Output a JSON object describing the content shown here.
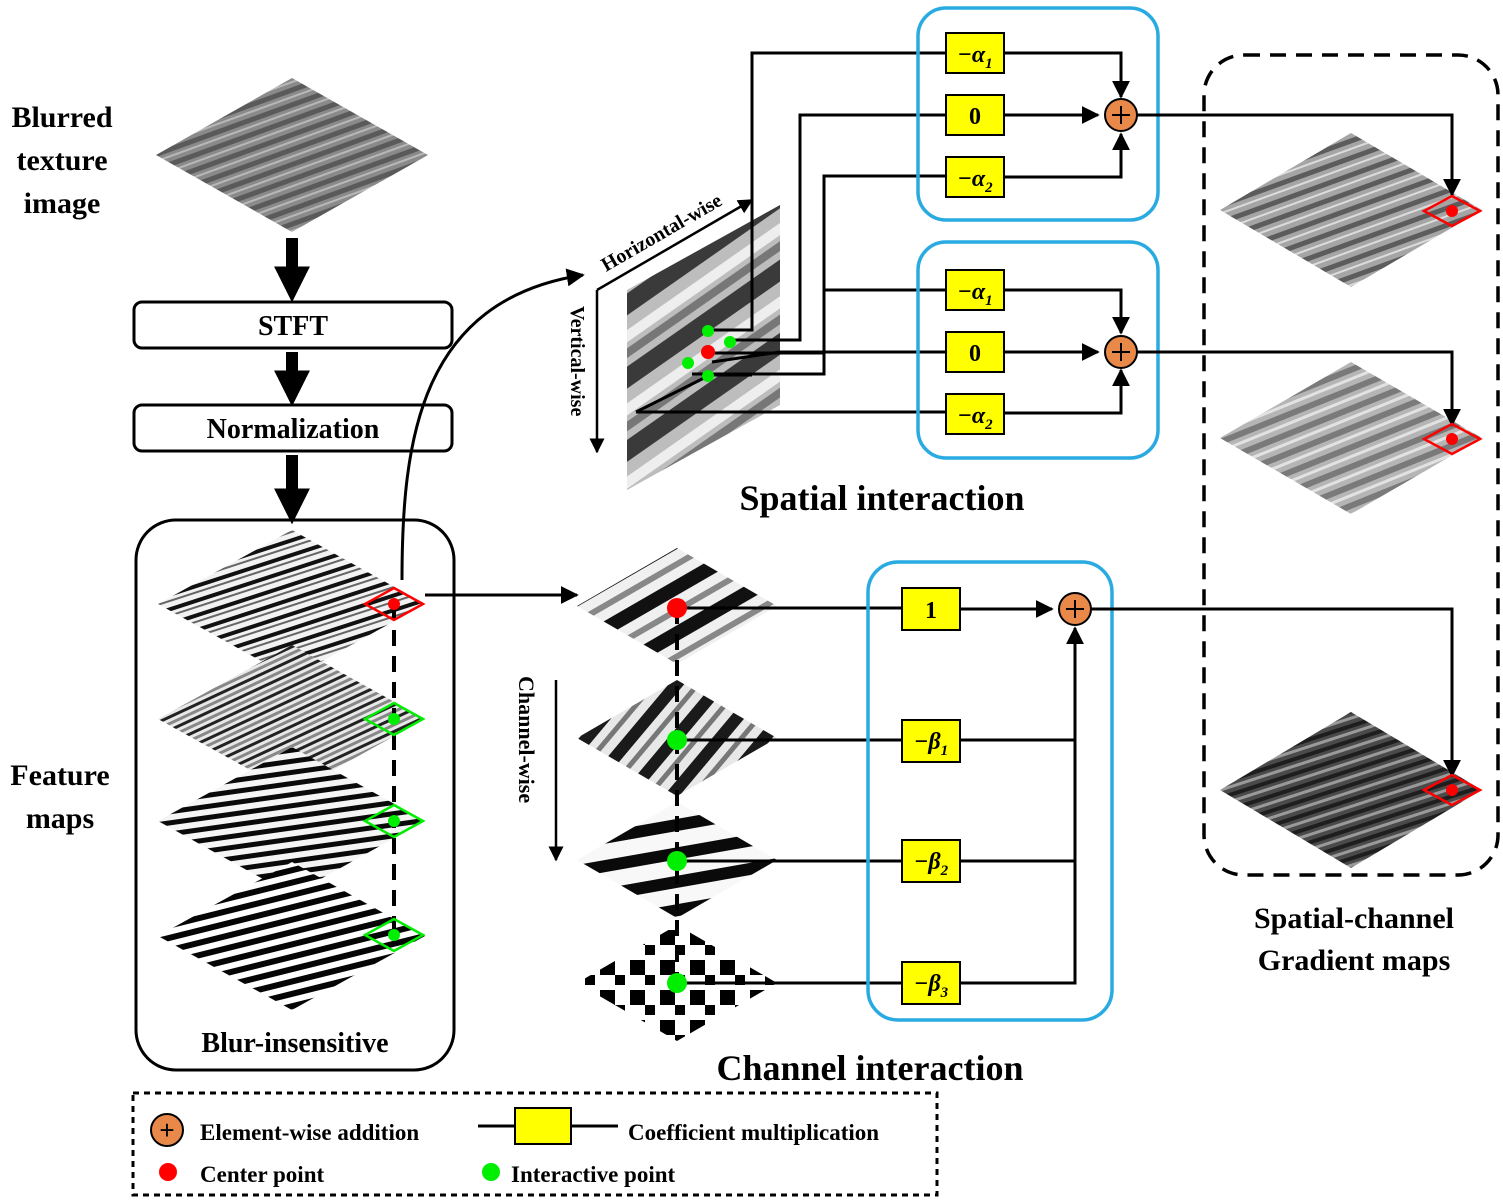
{
  "labels": {
    "blurred_line1": "Blurred",
    "blurred_line2": "texture",
    "blurred_line3": "image",
    "stft": "STFT",
    "normalization": "Normalization",
    "feature_line1": "Feature",
    "feature_line2": "maps",
    "blur_insensitive": "Blur-insensitive",
    "horizontal_wise": "Horizontal-wise",
    "vertical_wise": "Vertical-wise",
    "channel_wise": "Channel-wise",
    "spatial_interaction": "Spatial interaction",
    "channel_interaction": "Channel interaction",
    "gradient_line1": "Spatial-channel",
    "gradient_line2": "Gradient maps"
  },
  "coefficients": {
    "neg_alpha": "−α",
    "sub1": "1",
    "sub2": "2",
    "zero": "0",
    "one": "1",
    "neg_beta": "−β",
    "sub3": "3"
  },
  "legend": {
    "addition": "Element-wise addition",
    "coefficient": "Coefficient multiplication",
    "center": "Center point",
    "interactive": "Interactive point",
    "plus_symbol": "+"
  },
  "colors": {
    "center_point": "#ff0000",
    "interactive_point": "#00ee00",
    "adder": "#e8894a",
    "coef_box": "#ffff00",
    "group_box": "#29abe2"
  }
}
